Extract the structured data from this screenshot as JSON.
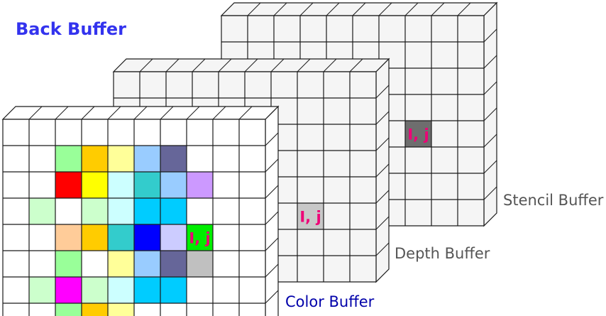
{
  "title": "Back Buffer",
  "colors": {
    "title": "#3333ee",
    "grid_line": "#1a1a1a",
    "face": "#ffffff",
    "back_face": "#f5f5f5",
    "ij_text": "#ee0077",
    "label_gray": "#555555",
    "label_blue": "#0000aa"
  },
  "layers": {
    "stencil": {
      "label": "Stencil Buffer",
      "highlight": {
        "row": 4,
        "col": 7,
        "color": "#6e6e6e",
        "text": "I, j"
      }
    },
    "depth": {
      "label": "Depth Buffer",
      "highlight": {
        "row": 5,
        "col": 7,
        "color": "#c8c8c8",
        "text": "I, j"
      }
    },
    "color": {
      "label": "Color Buffer",
      "highlight": {
        "row": 4,
        "col": 7,
        "color": "#00ee00",
        "text": "I, j"
      },
      "cells": [
        {
          "row": 1,
          "col": 2,
          "color": "#99ff99"
        },
        {
          "row": 1,
          "col": 3,
          "color": "#ffcc00"
        },
        {
          "row": 1,
          "col": 4,
          "color": "#ffff99"
        },
        {
          "row": 1,
          "col": 5,
          "color": "#99ccff"
        },
        {
          "row": 1,
          "col": 6,
          "color": "#666699"
        },
        {
          "row": 2,
          "col": 2,
          "color": "#ff0000"
        },
        {
          "row": 2,
          "col": 3,
          "color": "#ffff00"
        },
        {
          "row": 2,
          "col": 4,
          "color": "#ccffff"
        },
        {
          "row": 2,
          "col": 5,
          "color": "#33cccc"
        },
        {
          "row": 2,
          "col": 6,
          "color": "#99ccff"
        },
        {
          "row": 2,
          "col": 7,
          "color": "#cc99ff"
        },
        {
          "row": 3,
          "col": 1,
          "color": "#ccffcc"
        },
        {
          "row": 3,
          "col": 3,
          "color": "#ccffcc"
        },
        {
          "row": 3,
          "col": 4,
          "color": "#ccffff"
        },
        {
          "row": 3,
          "col": 5,
          "color": "#00ccff"
        },
        {
          "row": 3,
          "col": 6,
          "color": "#00ccff"
        },
        {
          "row": 4,
          "col": 2,
          "color": "#ffcc99"
        },
        {
          "row": 4,
          "col": 3,
          "color": "#ffcc00"
        },
        {
          "row": 4,
          "col": 4,
          "color": "#33cccc"
        },
        {
          "row": 4,
          "col": 5,
          "color": "#0000ff"
        },
        {
          "row": 4,
          "col": 6,
          "color": "#ccccff"
        },
        {
          "row": 5,
          "col": 2,
          "color": "#99ff99"
        },
        {
          "row": 5,
          "col": 4,
          "color": "#ffff99"
        },
        {
          "row": 5,
          "col": 5,
          "color": "#99ccff"
        },
        {
          "row": 5,
          "col": 6,
          "color": "#666699"
        },
        {
          "row": 5,
          "col": 7,
          "color": "#c0c0c0"
        },
        {
          "row": 6,
          "col": 1,
          "color": "#ccffcc"
        },
        {
          "row": 6,
          "col": 2,
          "color": "#ff00ff"
        },
        {
          "row": 6,
          "col": 3,
          "color": "#ccffcc"
        },
        {
          "row": 6,
          "col": 4,
          "color": "#ccffff"
        },
        {
          "row": 6,
          "col": 5,
          "color": "#00ccff"
        },
        {
          "row": 6,
          "col": 6,
          "color": "#00ccff"
        },
        {
          "row": 7,
          "col": 2,
          "color": "#99ff99"
        },
        {
          "row": 7,
          "col": 3,
          "color": "#ffcc00"
        },
        {
          "row": 7,
          "col": 4,
          "color": "#ffff99"
        }
      ]
    }
  }
}
